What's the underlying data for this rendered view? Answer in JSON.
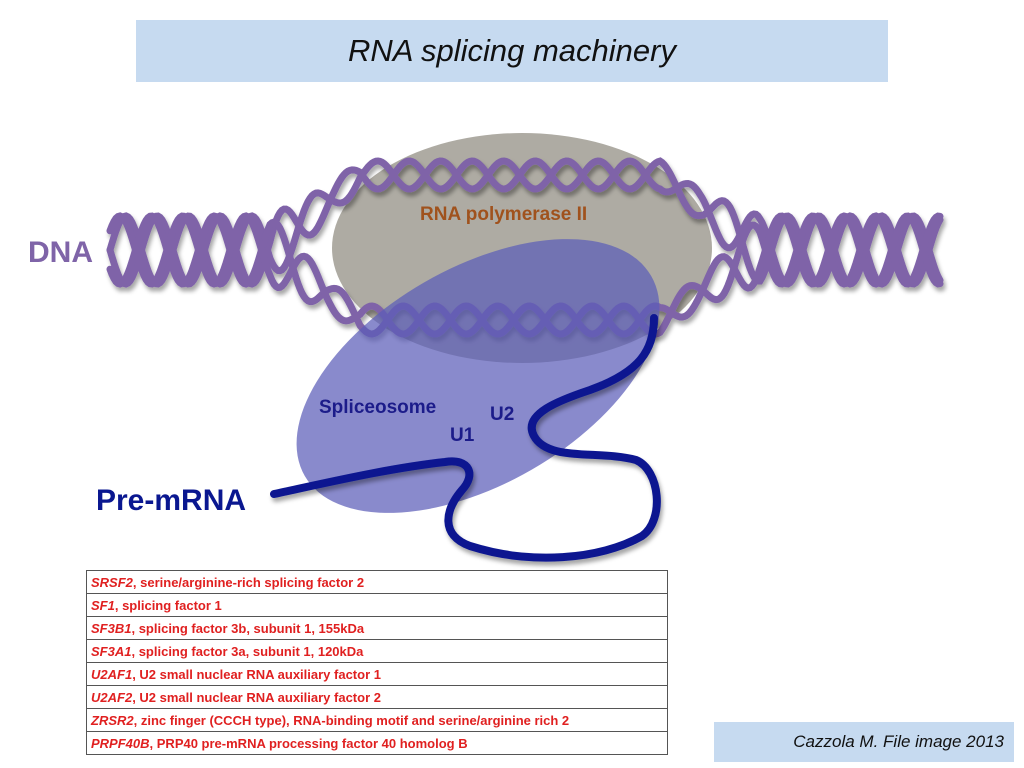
{
  "title": "RNA splicing machinery",
  "labels": {
    "dna": "DNA",
    "rna_polymerase": "RNA polymerase II",
    "spliceosome": "Spliceosome",
    "u2": "U2",
    "u1": "U1",
    "pre_mrna": "Pre-mRNA"
  },
  "factors": [
    {
      "gene": "SRSF2",
      "desc": ", serine/arginine-rich splicing factor 2"
    },
    {
      "gene": "SF1",
      "desc": ", splicing factor 1"
    },
    {
      "gene": "SF3B1",
      "desc": ", splicing factor 3b, subunit 1, 155kDa"
    },
    {
      "gene": "SF3A1",
      "desc": ", splicing factor 3a, subunit 1, 120kDa"
    },
    {
      "gene": "U2AF1",
      "desc": ", U2 small nuclear RNA auxiliary factor 1"
    },
    {
      "gene": "U2AF2",
      "desc": ", U2 small nuclear RNA auxiliary factor 2"
    },
    {
      "gene": "ZRSR2",
      "desc": ", zinc finger (CCCH type), RNA-binding motif and serine/arginine rich 2"
    },
    {
      "gene": "PRPF40B",
      "desc": ", PRP40 pre-mRNA processing factor 40 homolog B"
    }
  ],
  "citation": "Cazzola M. File image 2013",
  "colors": {
    "dna_strand": "#7f64a8",
    "polymerase": "#8f8a80",
    "spliceosome": "#5b5db8",
    "pre_mrna": "#0a1790",
    "factor_text": "#e02020",
    "title_bg": "#c6daf0"
  }
}
